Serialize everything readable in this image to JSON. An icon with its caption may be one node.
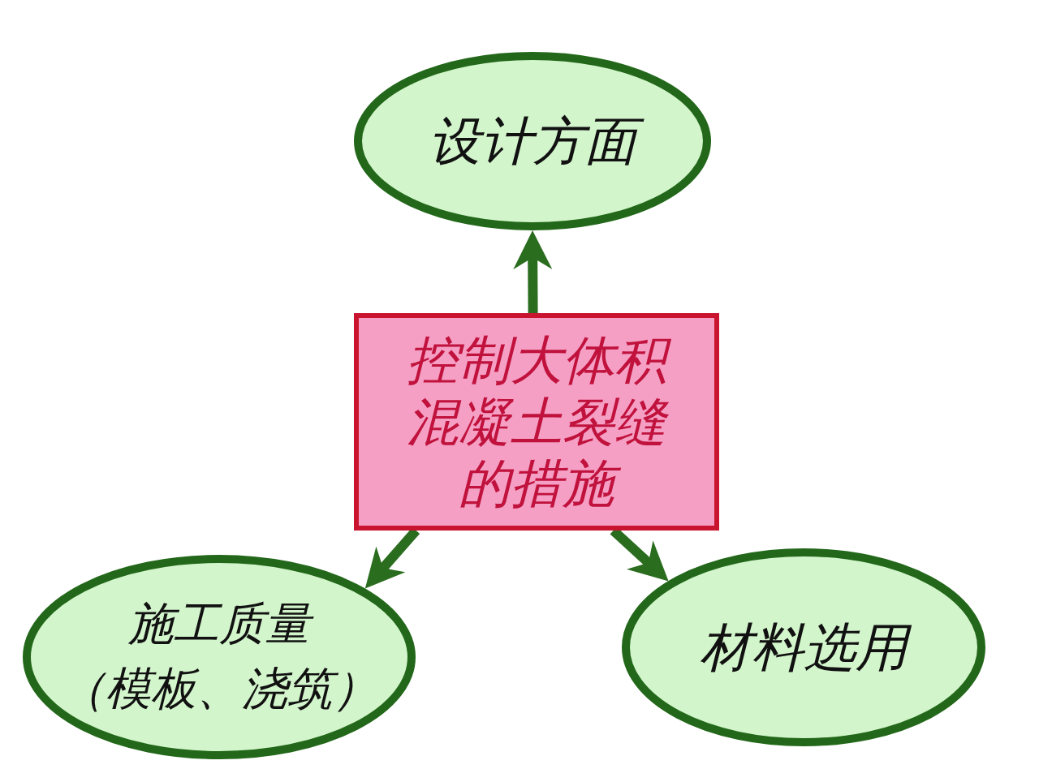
{
  "diagram": {
    "nodes": [
      {
        "text": [
          "设计方面"
        ]
      },
      {
        "text": [
          "控制大体积混凝土裂缝的措施"
        ]
      },
      {
        "text": [
          "施工质量（模板、浇筑）"
        ]
      },
      {
        "text": [
          "材料选用"
        ]
      }
    ],
    "edges": [
      {
        "from": 1,
        "to": 0,
        "arrow": "to"
      },
      {
        "from": 1,
        "to": 2,
        "arrow": "to"
      },
      {
        "from": 1,
        "to": 3,
        "arrow": "to"
      }
    ]
  }
}
